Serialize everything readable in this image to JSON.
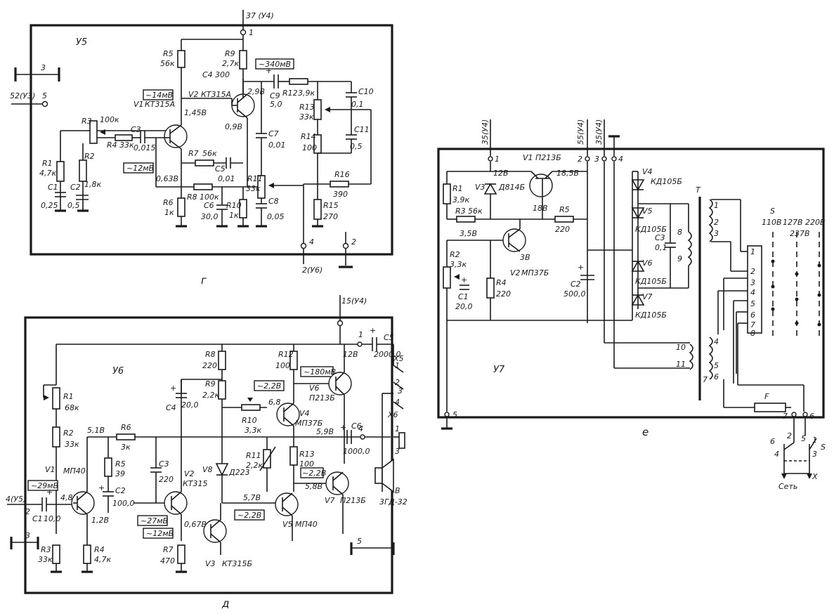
{
  "diagrams": {
    "g": {
      "caption": "г",
      "block": "У5",
      "top_terminal": "37 (У4)",
      "top_pin": "1",
      "input_label": "52(У3)",
      "input_pin": "5",
      "gnd_pin": "3",
      "out_pins": [
        "4",
        "2"
      ],
      "out_label": "2(У6)",
      "transistors": [
        "V1 КТ315А",
        "V2 КТ315А"
      ],
      "levels": [
        "~14мВ",
        "~12мВ",
        "~340мВ"
      ],
      "voltages": [
        "1,45В",
        "0,63В",
        "2,9В",
        "0,9В"
      ],
      "components": [
        "R1 4,7к",
        "R2 1,8к",
        "R3 100к",
        "R4 33к",
        "R5 56к",
        "R6 1к",
        "R7 56к",
        "R8 100к",
        "R9 2,7к",
        "R10 1к",
        "R11 33к",
        "R12 3,9к",
        "R13 33к",
        "R14 100",
        "R15 270",
        "R16 390",
        "C1 0,25",
        "C2 0,5",
        "C3 0,015",
        "C4 300",
        "C5 0,01",
        "C6 30,0",
        "C7 0,01",
        "C8 0,05",
        "C9 5,0",
        "C10 0,1",
        "C11 0,5"
      ]
    },
    "d": {
      "caption": "д",
      "block": "У6",
      "top_terminal": "15(У4)",
      "top_pin": "1",
      "input_label": "4(У5)",
      "input_pin": "2",
      "gnd_pins": [
        "3",
        "5"
      ],
      "out_pin": "4",
      "speaker": "3ГД-32",
      "speaker_tag": "В",
      "socket": "Х6",
      "plug": "Х5",
      "supply": "12В",
      "transistors": [
        "V1 МП40",
        "V2 КТ315",
        "V3 КТ315Б",
        "V4 МП37Б",
        "V5 МП40",
        "V6 П213Б",
        "V7 П213Б"
      ],
      "diode": "V8 Д223",
      "levels": [
        "~29мВ",
        "~27мВ",
        "~12мВ",
        "~2,2В",
        "~180мВ",
        "~2,2В",
        "~2,2В"
      ],
      "voltages": [
        "5,1В",
        "4,8В",
        "1,2В",
        "0,67В",
        "5,7В",
        "6,8",
        "5,9В",
        "5,8В"
      ],
      "components": [
        "R1 68к",
        "R2 33к",
        "R3 33к",
        "R4 4,7к",
        "R5 39",
        "R6 3к",
        "R7 470",
        "R8 220",
        "R9 2,2к",
        "R10 3,3к",
        "R11 2,2к",
        "R12 100",
        "R13 100",
        "C1 10,0",
        "C2 100,0",
        "C3 220",
        "C4 20,0",
        "C5 2000,0",
        "C6 1000,0"
      ]
    },
    "e": {
      "caption": "е",
      "block": "У7",
      "top_labels": [
        "35(У4)",
        "55(У4)",
        "35(У4)"
      ],
      "pins_top": [
        "1",
        "2",
        "3",
        "4"
      ],
      "pins_bottom": [
        "5",
        "6",
        "7"
      ],
      "transistors": [
        "V1 П213Б",
        "V2 МП37Б"
      ],
      "zener": "V3 Д814Б",
      "diodes": [
        "V4 КД105Б",
        "V5 КД105Б",
        "V6 КД105Б",
        "V7 КД105Б"
      ],
      "voltages": [
        "12В",
        "18,5В",
        "18В",
        "3,5В",
        "3В"
      ],
      "components": [
        "R1 3,9к",
        "R2 3,3к",
        "R3 56к",
        "R4 220",
        "R5 220",
        "C1 20,0",
        "C2 500,0",
        "C3 0,1"
      ],
      "transformer": "Т",
      "switch": "S",
      "switch_taps": [
        "110В",
        "127В",
        "220В",
        "237В"
      ],
      "fuse": "F",
      "mains": "Сеть",
      "plug": "Х"
    }
  }
}
